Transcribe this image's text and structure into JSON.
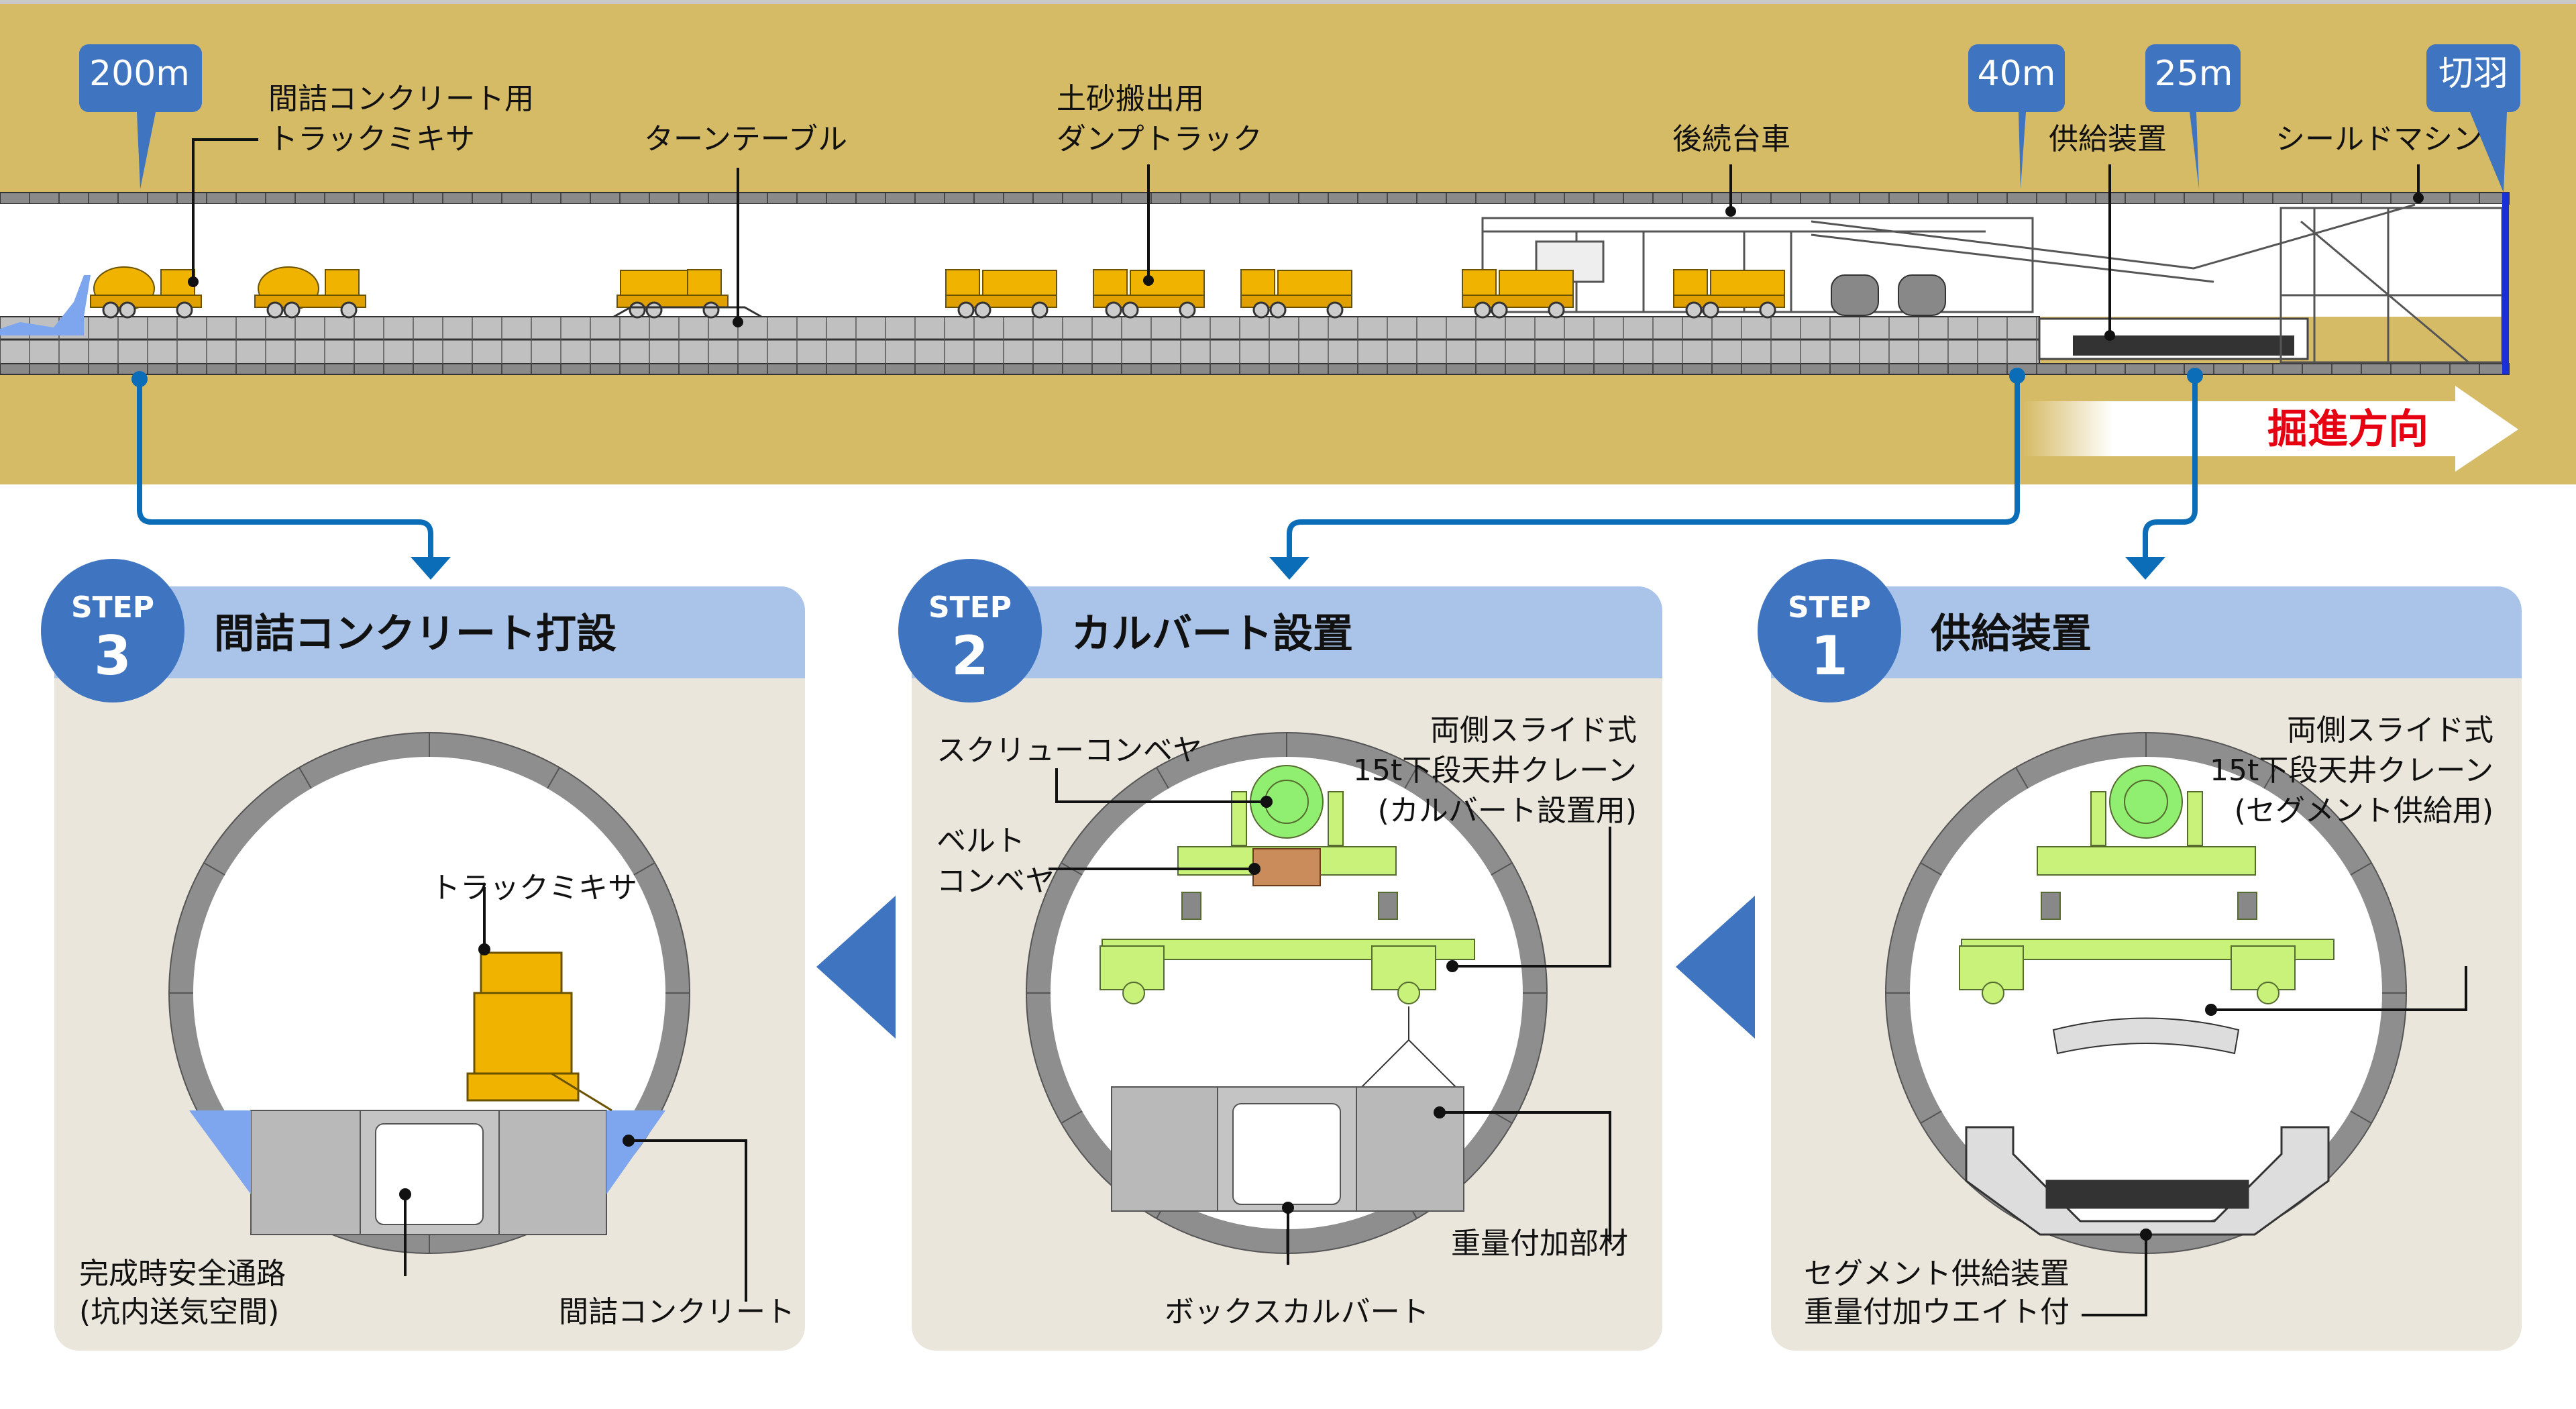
{
  "colors": {
    "ground": "#d6bb66",
    "badge": "#3f74c0",
    "connector": "#0b6db8",
    "panel_header": "#a9c4e8",
    "panel_body": "#ebe6dc",
    "direction_text": "#e60012",
    "equipment": "#c8f27a"
  },
  "overview": {
    "markers": [
      {
        "label": "200m"
      },
      {
        "label": "40m"
      },
      {
        "label": "25m"
      },
      {
        "label": "切羽"
      }
    ],
    "labels": {
      "mixer_line1": "間詰コンクリート用",
      "mixer_line2": "トラックミキサ",
      "turntable": "ターンテーブル",
      "dump_line1": "土砂搬出用",
      "dump_line2": "ダンプトラック",
      "backup_trolley": "後続台車",
      "supply_device": "供給装置",
      "shield_machine": "シールドマシン"
    },
    "direction": "掘進方向"
  },
  "steps": [
    {
      "word": "STEP",
      "number": "3",
      "title": "間詰コンクリート打設",
      "labels": {
        "truck_mixer": "トラックミキサ",
        "passage_line1": "完成時安全通路",
        "passage_line2": "(坑内送気空間)",
        "filling_concrete": "間詰コンクリート"
      }
    },
    {
      "word": "STEP",
      "number": "2",
      "title": "カルバート設置",
      "labels": {
        "screw_conveyor": "スクリューコンベヤ",
        "belt_line1": "ベルト",
        "belt_line2": "コンベヤ",
        "crane_line1": "両側スライド式",
        "crane_line2": "15t下段天井クレーン",
        "crane_line3": "(カルバート設置用)",
        "weight_member": "重量付加部材",
        "box_culvert": "ボックスカルバート"
      }
    },
    {
      "word": "STEP",
      "number": "1",
      "title": "供給装置",
      "labels": {
        "crane_line1": "両側スライド式",
        "crane_line2": "15t下段天井クレーン",
        "crane_line3": "(セグメント供給用)",
        "supply_line1": "セグメント供給装置",
        "supply_line2": "重量付加ウエイト付"
      }
    }
  ]
}
